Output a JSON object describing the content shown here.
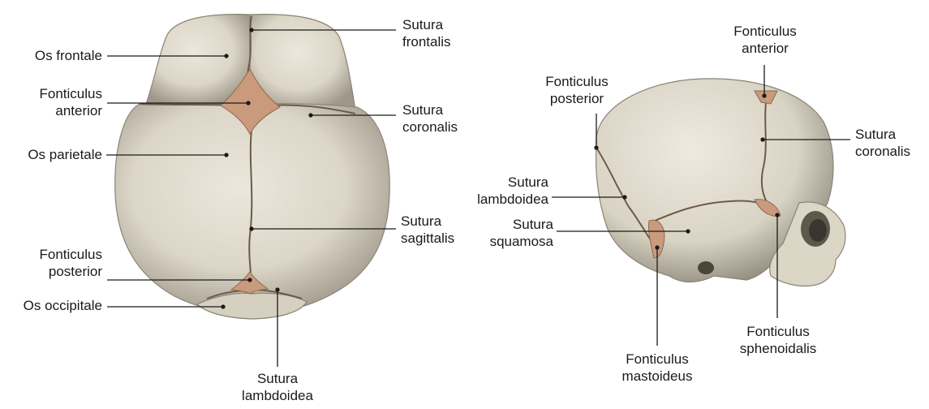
{
  "top_view": {
    "labels": {
      "os_frontale": "Os frontale",
      "sutura_frontalis": "Sutura\nfrontalis",
      "fonticulus_anterior": "Fonticulus\nanterior",
      "sutura_coronalis": "Sutura\ncoronalis",
      "os_parietale": "Os parietale",
      "sutura_sagittalis": "Sutura\nsagittalis",
      "fonticulus_posterior": "Fonticulus\nposterior",
      "os_occipitale": "Os occipitale",
      "sutura_lambdoidea": "Sutura\nlambdoidea"
    }
  },
  "side_view": {
    "labels": {
      "fonticulus_anterior": "Fonticulus\nanterior",
      "fonticulus_posterior": "Fonticulus\nposterior",
      "sutura_coronalis": "Sutura\ncoronalis",
      "sutura_lambdoidea": "Sutura\nlambdoidea",
      "sutura_squamosa": "Sutura\nsquamosa",
      "fonticulus_sphenoidalis": "Fonticulus\nsphenoidalis",
      "fonticulus_mastoideus": "Fonticulus\nmastoideus"
    }
  },
  "colors": {
    "bone_light": "#e2ddd0",
    "bone_shadow": "#9a9484",
    "fontanelle": "#c99a7c",
    "suture": "#6e5a48",
    "leader_line": "#1a1a1a"
  }
}
